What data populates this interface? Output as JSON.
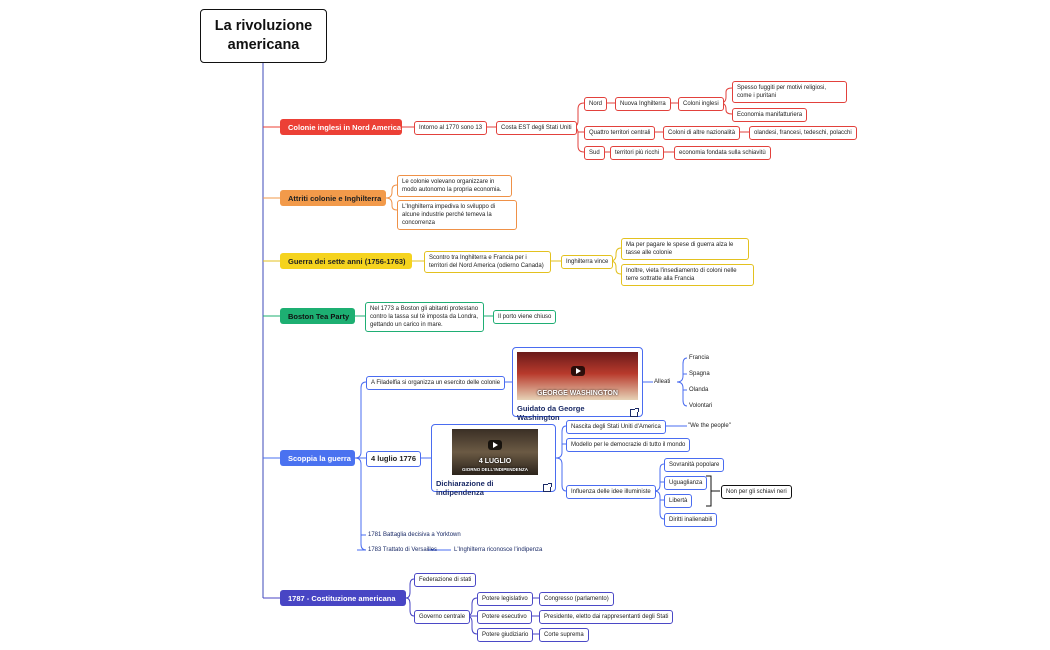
{
  "title": "La rivoluzione americana",
  "colonie": {
    "label": "Colonie inglesi in Nord America",
    "intorno": "Intorno al 1770 sono 13",
    "costa": "Costa EST degli Stati Uniti",
    "nord": "Nord",
    "nuova_inghilterra": "Nuova Inghilterra",
    "coloni_inglesi": "Coloni inglesi",
    "spesso": "Spesso fuggiti per motivi religiosi, come i puritani",
    "economia_manif": "Economia manifatturiera",
    "quattro": "Quattro territori centrali",
    "coloni_altre": "Coloni di altre nazionalità",
    "olandesi": "olandesi, francesi, tedeschi, polacchi",
    "sud": "Sud",
    "territori_ricchi": "territori più ricchi",
    "economia_schiav": "economia fondata sulla schiavitù"
  },
  "attriti": {
    "label": "Attriti colonie e Inghilterra",
    "a1": "Le colonie volevano organizzare in modo autonomo la propria economia.",
    "a2": "L'Inghilterra impediva lo sviluppo di alcune industrie perché temeva la concorrenza"
  },
  "guerra_sette": {
    "label": "Guerra dei sette anni (1756-1763)",
    "scontro": "Scontro tra Inghilterra e Francia per i territori del Nord America (odierno Canada)",
    "vince": "Inghilterra vince",
    "v1": "Ma per pagare le spese di guerra alza le tasse alle colonie",
    "v2": "Inoltre, vieta l'insediamento di coloni nelle terre sottratte alla Francia"
  },
  "boston": {
    "label": "Boston Tea Party",
    "desc": "Nel 1773 a Boston gli abitanti protestano contro la tassa sul tè imposta da Londra, gettando un carico in mare.",
    "porto": "Il porto viene chiuso"
  },
  "scoppia": {
    "label": "Scoppia la guerra",
    "filadelfia": "A Filadelfia si organizza un esercito delle colonie",
    "washington_card": "Guidato da George Washington",
    "washington_thumb": "GEORGE WASHINGTON",
    "alleati": "Alleati",
    "alleati_list": [
      "Francia",
      "Spagna",
      "Olanda",
      "Volontari"
    ],
    "luglio": "4 luglio 1776",
    "dich_card": "Dichiarazione di indipendenza",
    "dich_thumb_1": "4 LUGLIO",
    "dich_thumb_2": "GIORNO DELL'INDIPENDENZA",
    "nascita": "Nascita degli Stati Uniti d'America",
    "we_people": "\"We the people\"",
    "modello": "Modello per le democrazie di tutto il mondo",
    "influenza": "Influenza delle idee illuministe",
    "idee": [
      "Sovranità popolare",
      "Uguaglianza",
      "Libertà",
      "Diritti inalienabili"
    ],
    "schiavi": "Non per gli schiavi neri",
    "yorktown": "1781 Battaglia decisiva a Yorktown",
    "versailles": "1783 Trattato di Versailles",
    "riconosce": "L'Inghilterra riconosce l'indipenza"
  },
  "costituzione": {
    "label": "1787 - Costituzione americana",
    "federazione": "Federazione di stati",
    "governo": "Governo centrale",
    "poteri": [
      "Potere legislativo",
      "Potere esecutivo",
      "Potere giudiziario"
    ],
    "organi": [
      "Congresso (parlamento)",
      "Presidente, eletto dai rappresentanti degli Stati",
      "Corte suprema"
    ]
  },
  "colors": {
    "red": "#ec4036",
    "orange": "#f29a4a",
    "yellow": "#f5d31e",
    "green": "#1daf72",
    "blue": "#4a72f0",
    "indigo": "#4845c4",
    "trunk": "#3e48b8"
  }
}
